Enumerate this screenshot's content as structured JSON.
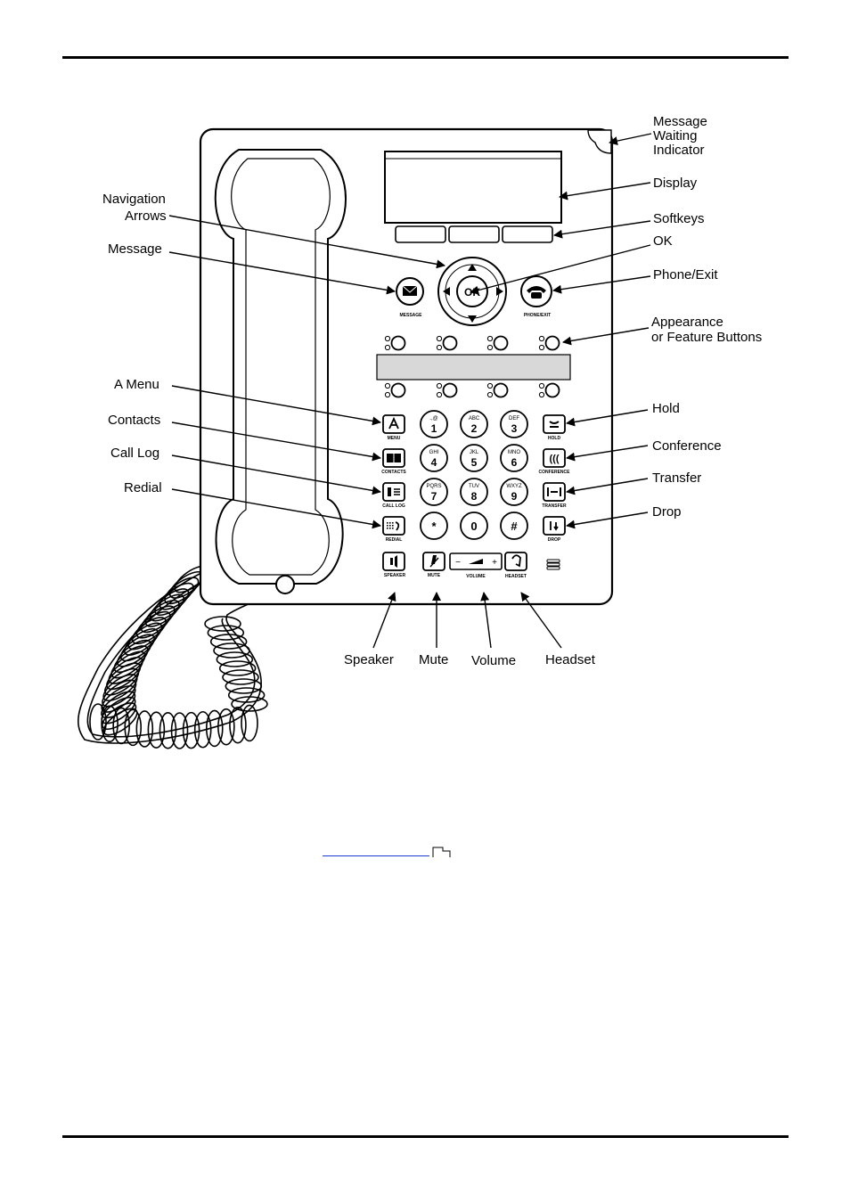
{
  "labels": {
    "message_waiting_indicator": [
      "Message",
      "Waiting",
      "Indicator"
    ],
    "display": "Display",
    "softkeys": "Softkeys",
    "ok": "OK",
    "phone_exit": "Phone/Exit",
    "appearance": [
      "Appearance",
      "or Feature Buttons"
    ],
    "navigation_arrows": [
      "Navigation",
      "Arrows"
    ],
    "message": "Message",
    "a_menu": "A Menu",
    "contacts": "Contacts",
    "call_log": "Call  Log",
    "redial": "Redial",
    "hold": "Hold",
    "conference": "Conference",
    "transfer": "Transfer",
    "drop": "Drop",
    "speaker": "Speaker",
    "mute": "Mute",
    "volume": "Volume",
    "headset": "Headset"
  },
  "button_captions": {
    "message": "MESSAGE",
    "phone_exit": "PHONE/EXIT",
    "menu": "MENU",
    "contacts": "CONTACTS",
    "call_log": "CALL LOG",
    "redial": "REDIAL",
    "hold": "HOLD",
    "conference": "CONFERENCE",
    "transfer": "TRANSFER",
    "drop": "DROP",
    "speaker": "SPEAKER",
    "mute": "MUTE",
    "volume": "VOLUME",
    "headset": "HEADSET",
    "ok": "OK",
    "volume_minus": "−",
    "volume_plus": "+"
  },
  "keypad": [
    {
      "digit": "1",
      "letters": ".,@"
    },
    {
      "digit": "2",
      "letters": "ABC"
    },
    {
      "digit": "3",
      "letters": "DEF"
    },
    {
      "digit": "4",
      "letters": "GHI"
    },
    {
      "digit": "5",
      "letters": "JKL"
    },
    {
      "digit": "6",
      "letters": "MNO"
    },
    {
      "digit": "7",
      "letters": "PQRS"
    },
    {
      "digit": "8",
      "letters": "TUV"
    },
    {
      "digit": "9",
      "letters": "WXYZ"
    },
    {
      "digit": "*",
      "letters": ""
    },
    {
      "digit": "0",
      "letters": ""
    },
    {
      "digit": "#",
      "letters": ""
    }
  ],
  "link_text": ""
}
